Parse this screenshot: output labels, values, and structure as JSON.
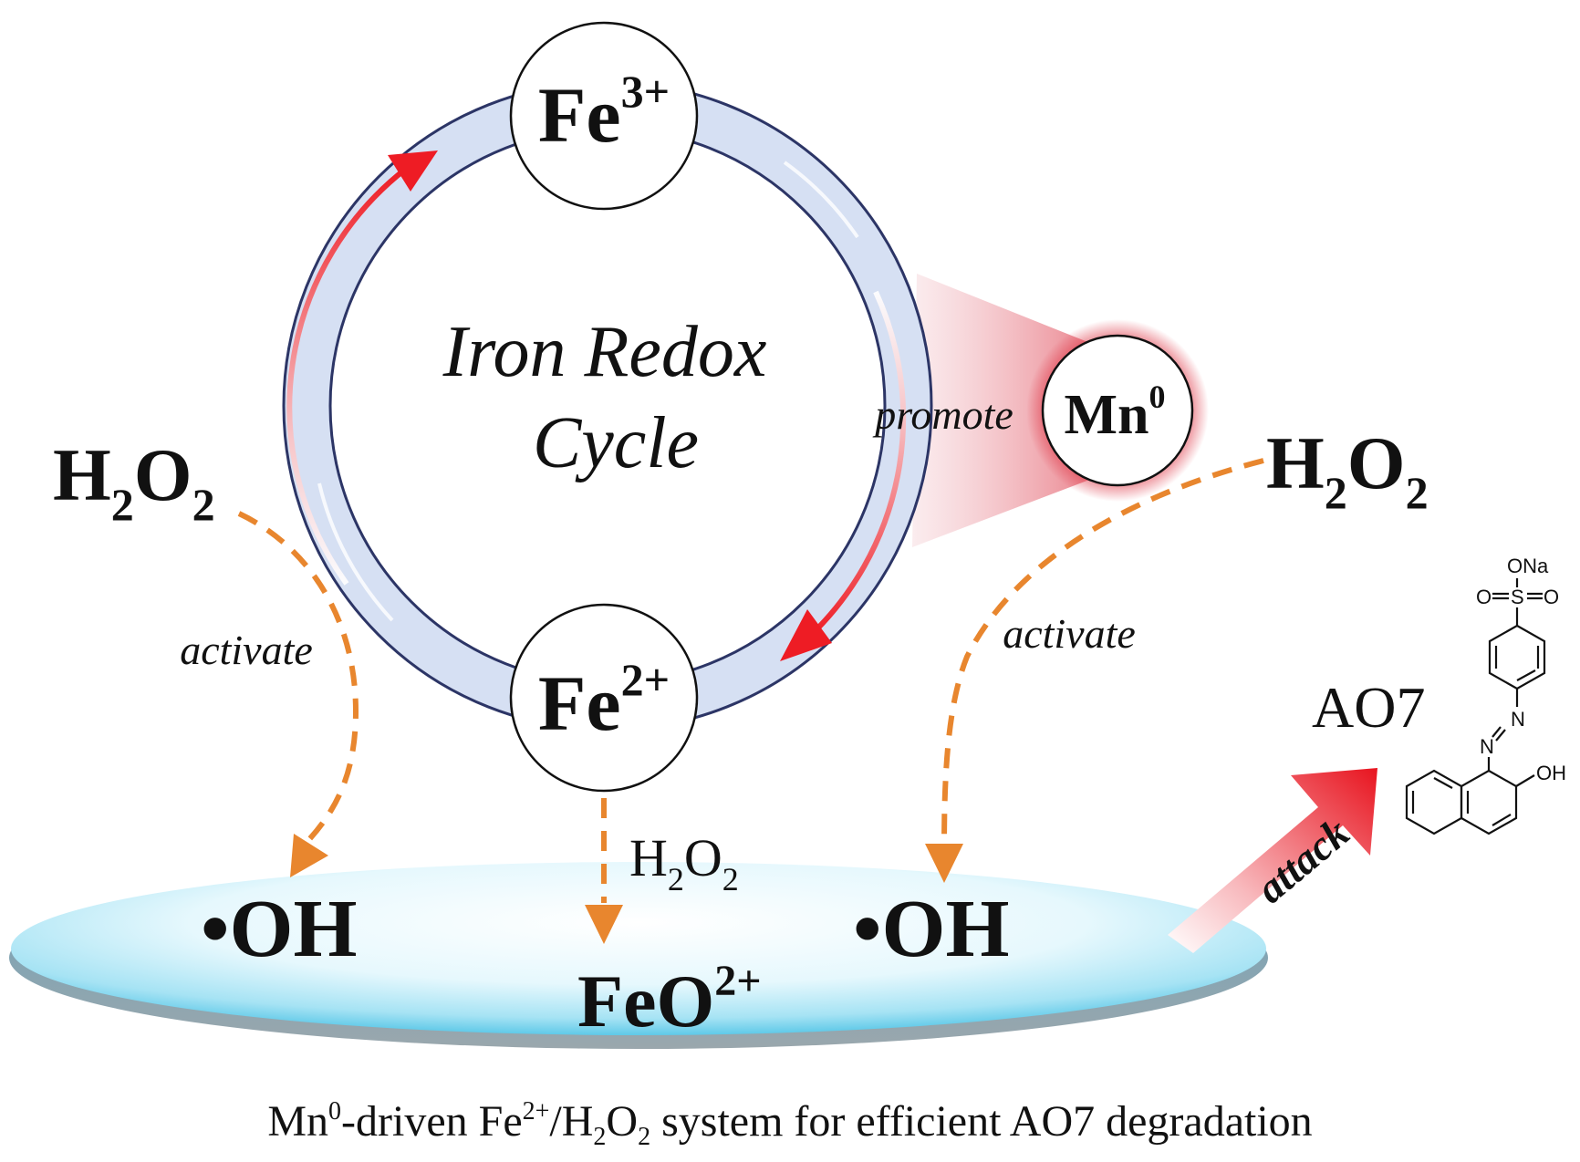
{
  "cycle": {
    "title_line1": "Iron Redox",
    "title_line2": "Cycle",
    "top_node": {
      "base": "Fe",
      "sup": "3+"
    },
    "bottom_node": {
      "base": "Fe",
      "sup": "2+"
    }
  },
  "promoter": {
    "label": "promote",
    "node": {
      "base": "Mn",
      "sup": "0"
    }
  },
  "left_reagent": {
    "h": "H",
    "sub1": "2",
    "o": "O",
    "sub2": "2"
  },
  "right_reagent": {
    "h": "H",
    "sub1": "2",
    "o": "O",
    "sub2": "2"
  },
  "middle_reagent": {
    "h": "H",
    "sub1": "2",
    "o": "O",
    "sub2": "2"
  },
  "left_activate": "activate",
  "right_activate": "activate",
  "products": {
    "oh_left": "•OH",
    "oh_right": "•OH",
    "feo": {
      "base": "FeO",
      "sup": "2+"
    }
  },
  "attack_label": "attack",
  "target": {
    "name": "AO7",
    "structure_labels": {
      "ona": "ONa",
      "o_left": "O",
      "s": "S",
      "o_right": "O",
      "n1": "N",
      "n2": "N",
      "oh": "OH"
    }
  },
  "caption": {
    "part1": "Mn",
    "sup1": "0",
    "part2": "-driven Fe",
    "sup2": "2+",
    "part3": "/H",
    "sub3": "2",
    "part4": "O",
    "sub4": "2",
    "part5": " system for efficient AO7 degradation"
  },
  "colors": {
    "ring_fill": "#d6e0f3",
    "ring_stroke": "#2c3566",
    "arrow_red": "#ee1c24",
    "dash_orange": "#e8862e",
    "disk_fill": "#7fd6ee",
    "promote_glow": "#e0404f"
  }
}
